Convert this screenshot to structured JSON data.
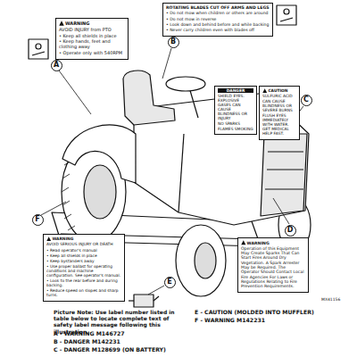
{
  "diagram": {
    "nodes": [
      {
        "text": [
          "WARNING",
          "AVOID INJURY from PTO",
          "• Keep all shields in place",
          "• Keep hands, feet and clothing away",
          "• Operate only with 540RPM"
        ]
      },
      {
        "text": [
          "ROTATING BLADES CUT OFF ARMS AND LEGS",
          "• Do not mow when children or others are around",
          "• Do not mow in reverse",
          "• Look down and behind before and while backing",
          "• Never carry children even with blades off"
        ]
      },
      {
        "text": [
          "DANGER",
          "SHIELD EYES. EXPLOSIVE GASES CAN CAUSE BLINDNESS OR INJURY",
          "NO SPARKS FLAMES SMOKING"
        ]
      },
      {
        "text": [
          "CAUTION",
          "SULFURIC ACID CAN CAUSE BLINDNESS OR SEVERE BURNS",
          "FLUSH EYES IMMEDIATELY WITH WATER. GET MEDICAL HELP FAST."
        ]
      },
      {
        "text": [
          "WARNING",
          "Operation of this Equipment May Create Sparks That Can Start Fires Around Dry Vegetation. A Spark Arrester May be Required. The Operator Should Contact Local Fire Agencies For Laws or Regulations Relating to Fire Prevention Requirements."
        ]
      },
      {
        "text": [
          "WARNING",
          "AVOID SERIOUS INJURY OR DEATH",
          "• Read operator's manual",
          "• Keep all shields in place",
          "• Keep bystanders away",
          "• Use proper ballast for operating conditions and machine configuration. See operator's manual.",
          "• Look to the rear before and during backing.",
          "• Reduce speed on slopes and sharp turns."
        ]
      },
      {
        "text": [
          "A"
        ]
      },
      {
        "text": [
          "B"
        ]
      },
      {
        "text": [
          "C"
        ]
      },
      {
        "text": [
          "D"
        ]
      },
      {
        "text": [
          "E"
        ]
      },
      {
        "text": [
          "F"
        ]
      }
    ],
    "labels": [
      "Picture Note: Use label number listed in table below to locate complete text of safety label message following this illustration.",
      "A - WARNING M146727",
      "B - DANGER M142231",
      "C - DANGER M128699 (ON BATTERY)",
      "E - CAUTION (MOLDED INTO MUFFLER)",
      "F - WARNING M142231",
      "MX41156"
    ]
  }
}
